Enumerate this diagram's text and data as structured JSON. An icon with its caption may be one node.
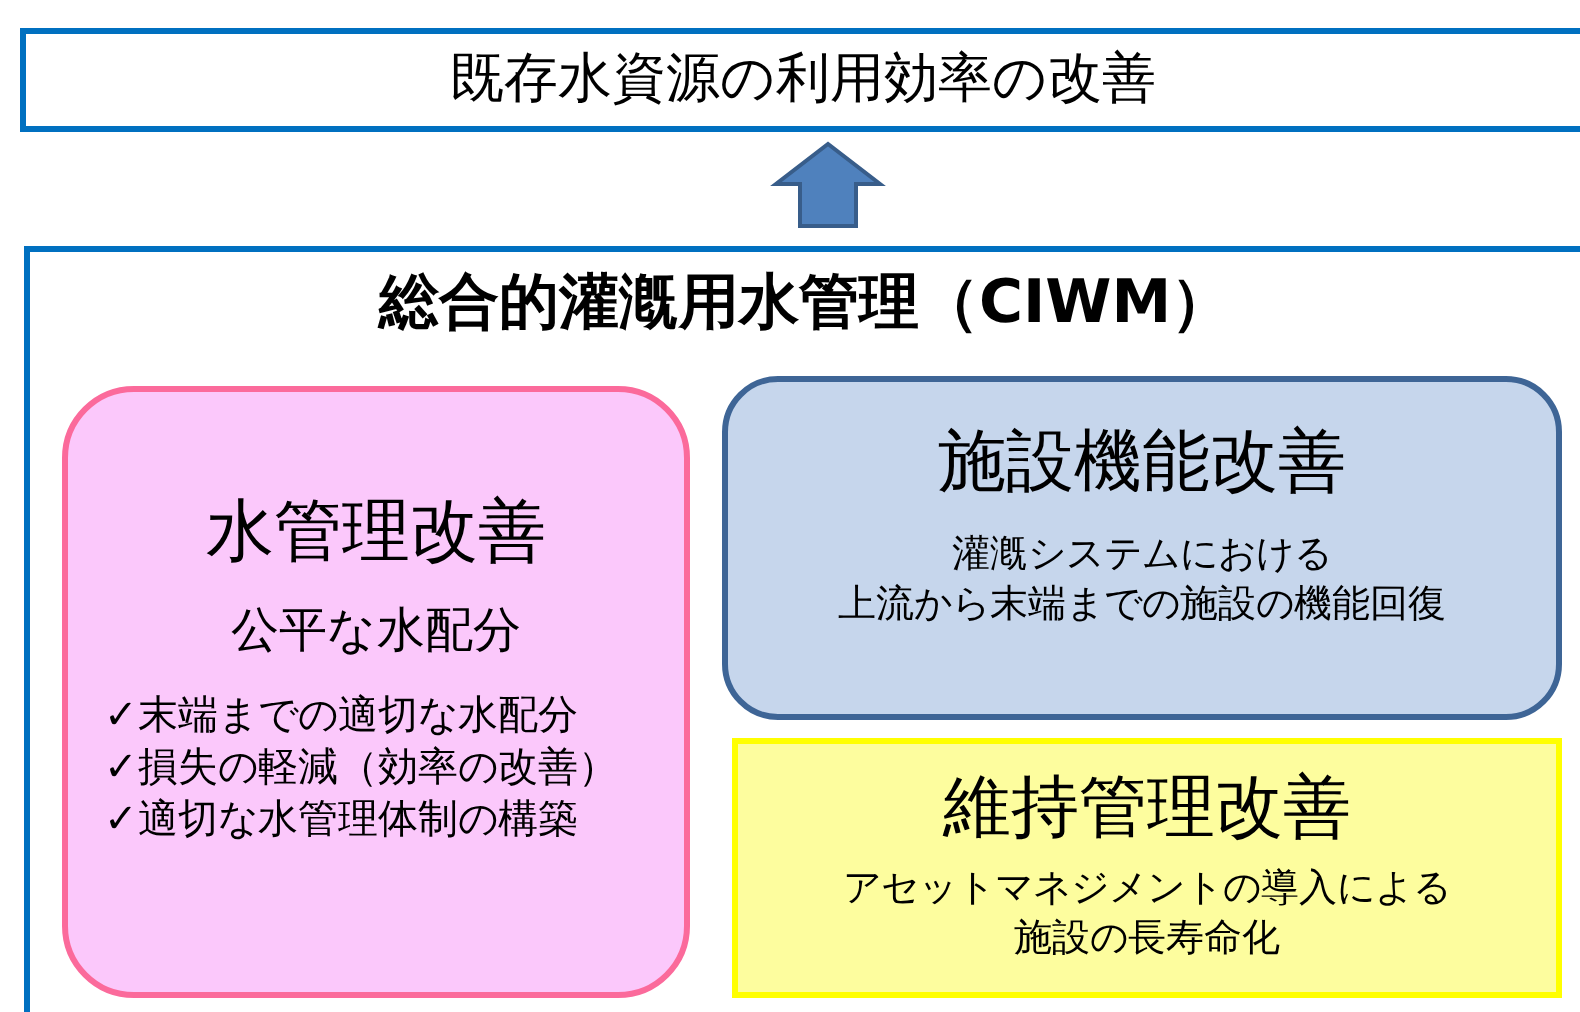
{
  "diagram": {
    "nodes": [
      {
        "text": [
          "既存水資源の利用効率の改善"
        ]
      },
      {
        "text": [
          "総合的灌漑用水管理（CIWM）"
        ]
      },
      {
        "text": [
          "水管理改善",
          "公平な水配分",
          "✓末端までの適切な水配分",
          "✓損失の軽減（効率の改善）",
          "✓適切な水管理体制の構築"
        ],
        "in": 1
      },
      {
        "text": [
          "施設機能改善",
          "灌漑システムにおける",
          "上流から末端までの施設の機能回復"
        ],
        "in": 1
      },
      {
        "text": [
          "維持管理改善",
          "アセットマネジメントの導入による",
          "施設の長寿命化"
        ],
        "in": 1
      }
    ],
    "edges": [
      {
        "from": 1,
        "to": 0,
        "arrow": "to",
        "style": "thick"
      }
    ]
  }
}
